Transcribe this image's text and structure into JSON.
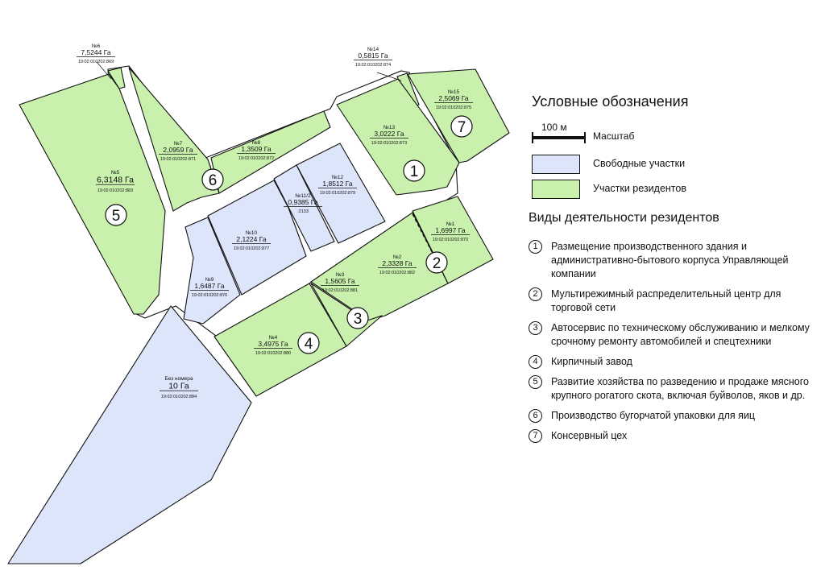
{
  "colors": {
    "resident": "#c9f1ad",
    "free": "#dde5fb",
    "road": "#ffffff",
    "outline": "#111111"
  },
  "plots": [
    {
      "id": "p6",
      "type": "resident",
      "no": "№6",
      "area": "7,5244 Га",
      "cad": "19:02:010202:869",
      "icon": null
    },
    {
      "id": "p5",
      "type": "resident",
      "no": "№5",
      "area": "6,3148  Га",
      "cad": "19:02:010202:883",
      "icon": "5"
    },
    {
      "id": "p7",
      "type": "resident",
      "no": "№7",
      "area": "2,0959 Га",
      "cad": "19:02:010202:871",
      "icon": "6"
    },
    {
      "id": "p8",
      "type": "resident",
      "no": "№8",
      "area": "1,3509 Га",
      "cad": "19:02:010202:872",
      "icon": null
    },
    {
      "id": "p14",
      "type": "resident",
      "no": "№14",
      "area": "0,5815 Га",
      "cad": "19:02:010202:874",
      "icon": null
    },
    {
      "id": "p13",
      "type": "resident",
      "no": "№13",
      "area": "3,0222 Га",
      "cad": "19:02:010202:873",
      "icon": "1"
    },
    {
      "id": "p15",
      "type": "resident",
      "no": "№15",
      "area": "2,5069 Га",
      "cad": "19:02:010202:875",
      "icon": "7"
    },
    {
      "id": "p12",
      "type": "free",
      "no": "№12",
      "area": "1,8512 Га",
      "cad": "19:02:010202:879",
      "icon": null
    },
    {
      "id": "p11",
      "type": "free",
      "no": "№11/2",
      "area": "0,9385 Га",
      "cad": ":2133",
      "icon": null
    },
    {
      "id": "p10",
      "type": "free",
      "no": "№10",
      "area": "2,1224 Га",
      "cad": "19:02:010202:877",
      "icon": null
    },
    {
      "id": "p9",
      "type": "free",
      "no": "№9",
      "area": "1,6487 Га",
      "cad": "19:02:010202:876",
      "icon": null
    },
    {
      "id": "p1",
      "type": "resident",
      "no": "№1",
      "area": "1,6997 Га",
      "cad": "19:02:010202:870",
      "icon": null
    },
    {
      "id": "p2",
      "type": "resident",
      "no": "№2",
      "area": "2,3328 Га",
      "cad": "19:02:010202:882",
      "icon": "2"
    },
    {
      "id": "p3",
      "type": "resident",
      "no": "№3",
      "area": "1,5605 Га",
      "cad": "19:02:010202:881",
      "icon": "3"
    },
    {
      "id": "p4",
      "type": "resident",
      "no": "№4",
      "area": "3,4975 Га",
      "cad": "19:02:010202:880",
      "icon": "4"
    },
    {
      "id": "pbn",
      "type": "free",
      "no": "Без номера",
      "area": "10 Га",
      "cad": "19:02:010202:884",
      "icon": null
    }
  ],
  "legend": {
    "title": "Условные обозначения",
    "scale_value": "100 м",
    "scale_label": "Масштаб",
    "free_label": "Свободные участки",
    "resident_label": "Участки резидентов",
    "activities_title": "Виды деятельности резидентов",
    "activities": [
      {
        "num": "1",
        "text": "Размещение производственного здания и административно-бытового корпуса Управляющей компании"
      },
      {
        "num": "2",
        "text": "Мультирежимный распределительный центр для торговой сети"
      },
      {
        "num": "3",
        "text": "Автосервис по техническому обслуживанию и мелкому срочному ремонту автомобилей и спецтехники"
      },
      {
        "num": "4",
        "text": "Кирпичный завод"
      },
      {
        "num": "5",
        "text": "Развитие хозяйства по разведению и продаже мясного крупного рогатого скота, включая буйволов, яков и др."
      },
      {
        "num": "6",
        "text": "Производство бугорчатой упаковки для яиц"
      },
      {
        "num": "7",
        "text": "Консервный цех"
      }
    ]
  }
}
